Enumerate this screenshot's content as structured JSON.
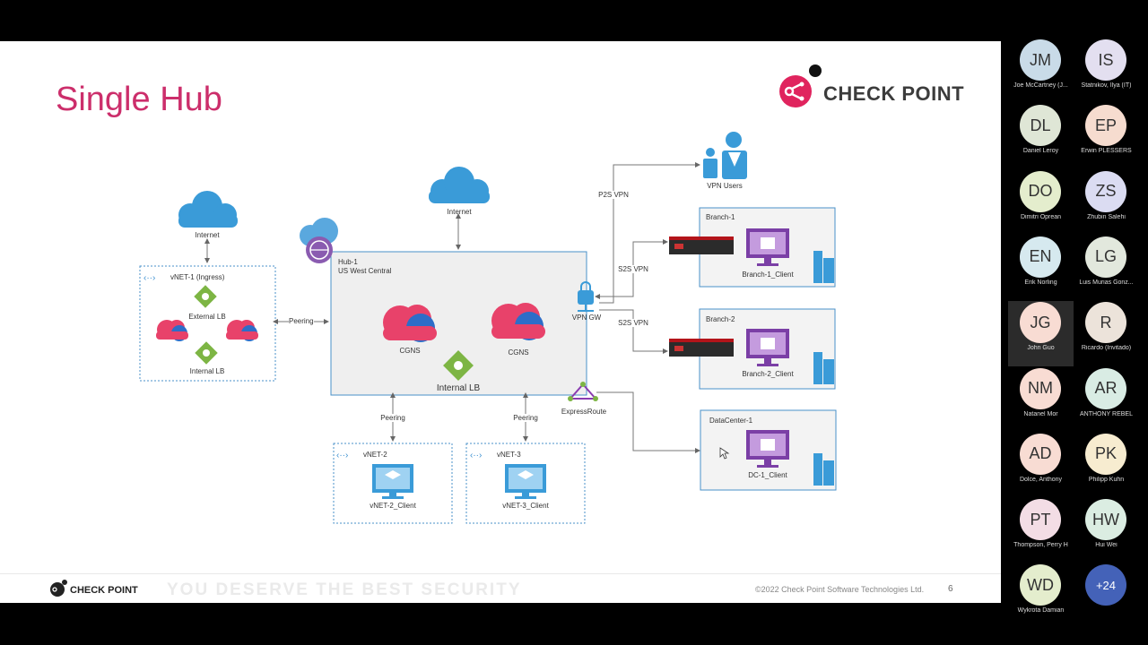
{
  "slide": {
    "title": "Single Hub",
    "brand": "CHECK POINT",
    "footer_brand": "CHECK POINT",
    "footer_tagline": "YOU DESERVE THE BEST SECURITY",
    "copyright": "©2022 Check Point Software Technologies Ltd.",
    "page_number": "6"
  },
  "diagram": {
    "internet_left": "Internet",
    "internet_top": "Internet",
    "vnet1": "vNET-1 (Ingress)",
    "external_lb": "External LB",
    "internal_lb_vnet1": "Internal LB",
    "peering_left": "Peering",
    "hub_name": "Hub-1",
    "hub_region": "US West Central",
    "cgns_1": "CGNS",
    "cgns_2": "CGNS",
    "internal_lb_hub": "Internal LB",
    "vpn_gw": "VPN GW",
    "expressroute": "ExpressRoute",
    "peering_bottom_1": "Peering",
    "peering_bottom_2": "Peering",
    "vnet2": "vNET-2",
    "vnet2_client": "vNET-2_Client",
    "vnet3": "vNET-3",
    "vnet3_client": "vNET-3_Client",
    "p2s_vpn": "P2S VPN",
    "vpn_users": "VPN Users",
    "s2s_vpn_1": "S2S VPN",
    "s2s_vpn_2": "S2S VPN",
    "branch1": "Branch-1",
    "branch1_client": "Branch-1_Client",
    "branch2": "Branch-2",
    "branch2_client": "Branch-2_Client",
    "datacenter1": "DataCenter-1",
    "dc1_client": "DC-1_Client"
  },
  "participants": [
    {
      "initials": "JM",
      "name": "Joe McCartney (J...",
      "color": "#c9dbe8"
    },
    {
      "initials": "IS",
      "name": "Statnikov, Ilya (IT)",
      "color": "#e3dff0"
    },
    {
      "initials": "DL",
      "name": "Daniel Leroy",
      "color": "#dfe6d6"
    },
    {
      "initials": "EP",
      "name": "Erwin PLESSERS",
      "color": "#f6dccf"
    },
    {
      "initials": "DO",
      "name": "Dimitri Oprean",
      "color": "#e4edcd"
    },
    {
      "initials": "ZS",
      "name": "Zhubin Salehi",
      "color": "#dbdcf2"
    },
    {
      "initials": "EN",
      "name": "Erik Norling",
      "color": "#d6e9ef"
    },
    {
      "initials": "LG",
      "name": "Luis Murias Gonz...",
      "color": "#e2e8dd"
    },
    {
      "initials": "JG",
      "name": "John Guo",
      "color": "#f8dcd3"
    },
    {
      "initials": "R",
      "name": "Ricardo (Invitado)",
      "color": "#ece3da"
    },
    {
      "initials": "NM",
      "name": "Natanel Mor",
      "color": "#f8dcd3"
    },
    {
      "initials": "AR",
      "name": "ANTHONY REBEL",
      "color": "#d9ece4"
    },
    {
      "initials": "AD",
      "name": "Dolce, Anthony",
      "color": "#f8dcd3"
    },
    {
      "initials": "PK",
      "name": "Philipp Kuhn",
      "color": "#f7ecd0"
    },
    {
      "initials": "PT",
      "name": "Thompson, Perry H",
      "color": "#f3dde5"
    },
    {
      "initials": "HW",
      "name": "Hui Wei",
      "color": "#dbede2"
    },
    {
      "initials": "WD",
      "name": "Wykrota Damian",
      "color": "#e4edcd"
    }
  ],
  "more_participants": "+24"
}
